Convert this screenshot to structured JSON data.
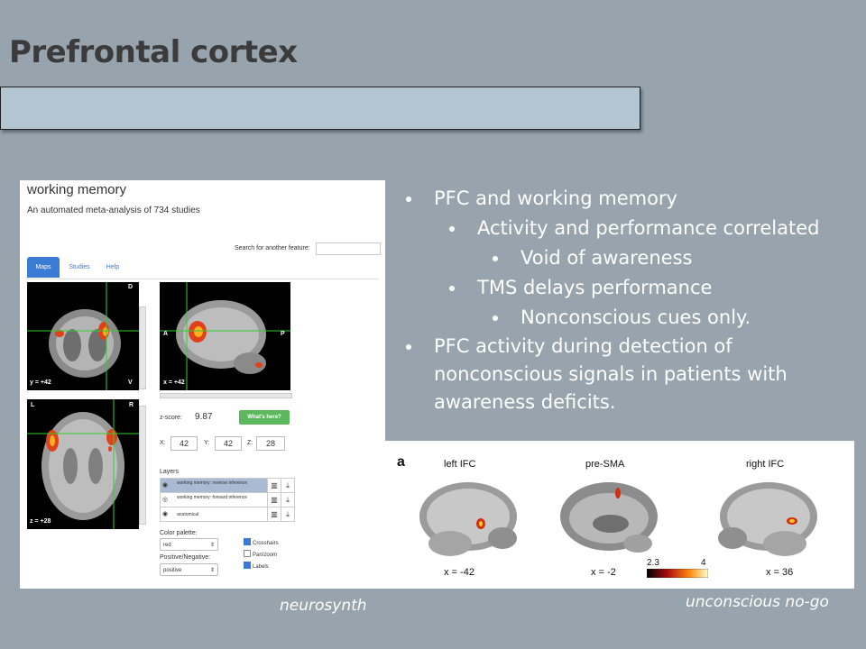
{
  "slide": {
    "title": "Prefrontal cortex",
    "bullets": [
      {
        "level": 1,
        "text": "PFC and working memory"
      },
      {
        "level": 2,
        "text": "Activity and performance correlated"
      },
      {
        "level": 3,
        "text": "Void of awareness"
      },
      {
        "level": 2,
        "text": "TMS delays performance"
      },
      {
        "level": 3,
        "text": "Nonconscious cues only."
      },
      {
        "level": 1,
        "text": "PFC activity during detection of"
      },
      {
        "level": 0,
        "text": "nonconscious signals in patients with"
      },
      {
        "level": 0,
        "text": "awareness deficits."
      }
    ],
    "captions": {
      "left": "neurosynth",
      "right": "unconscious no-go"
    }
  },
  "neurosynth": {
    "title": "working memory",
    "subtitle": "An automated meta-analysis of 734 studies",
    "search_label": "Search for another feature:",
    "tabs": [
      "Maps",
      "Studies",
      "Help"
    ],
    "coronal": {
      "top": "D",
      "bottom": "V",
      "coord": "y = +42"
    },
    "sagittal": {
      "left": "A",
      "right": "P",
      "coord": "x = +42"
    },
    "axial": {
      "left": "L",
      "right": "R",
      "coord": "z = +28"
    },
    "zscore_label": "z-score:",
    "zscore_value": "9.87",
    "whats_here": "What's here?",
    "x_label": "X:",
    "x_value": "42",
    "y_label": "Y:",
    "y_value": "42",
    "z_label": "Z:",
    "z_value": "28",
    "layers_label": "Layers",
    "layers": [
      "working memory: reverse inference",
      "working memory: forward inference",
      "anatomical"
    ],
    "color_palette_label": "Color palette:",
    "color_palette_value": "red",
    "posneg_label": "Positive/Negative:",
    "posneg_value": "positive",
    "checkboxes": [
      {
        "label": "Crosshairs",
        "checked": true
      },
      {
        "label": "Pan/zoom",
        "checked": false
      },
      {
        "label": "Labels",
        "checked": true
      }
    ]
  },
  "fmri": {
    "panel_letter": "a",
    "brains": [
      {
        "title": "left IFC",
        "coord": "x = -42"
      },
      {
        "title": "pre-SMA",
        "coord": "x = -2"
      },
      {
        "title": "right IFC",
        "coord": "x = 36"
      }
    ],
    "colorbar_min": "2.3",
    "colorbar_max": "4"
  },
  "colors": {
    "background": "#97a3ad",
    "title_bar": "#b3c6d2",
    "title_text": "#3b3b3b",
    "ns_accent": "#3a7bd5",
    "ns_button": "#5cb85c",
    "activation": "#e0401a"
  }
}
